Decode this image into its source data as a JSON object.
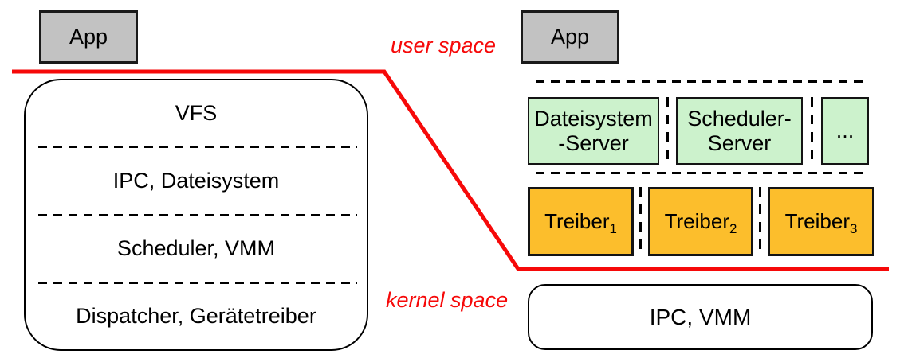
{
  "left": {
    "app_label": "App",
    "layers": [
      "VFS",
      "IPC, Dateisystem",
      "Scheduler, VMM",
      "Dispatcher, Gerätetreiber"
    ]
  },
  "divider": {
    "user_space_label": "user space",
    "kernel_space_label": "kernel space",
    "color": "#f60909"
  },
  "right": {
    "app_label": "App",
    "servers": [
      {
        "lines": [
          "Dateisystem",
          "-Server"
        ]
      },
      {
        "lines": [
          "Scheduler-",
          "Server"
        ]
      },
      {
        "lines": [
          "..."
        ]
      }
    ],
    "drivers": [
      {
        "base": "Treiber",
        "sub": "1"
      },
      {
        "base": "Treiber",
        "sub": "2"
      },
      {
        "base": "Treiber",
        "sub": "3"
      }
    ],
    "kernel_box_label": "IPC, VMM"
  },
  "colors": {
    "app_fill": "#c2c2c2",
    "server_fill": "#ccf2cc",
    "driver_fill": "#fcbe2c",
    "boundary_red": "#f60909"
  }
}
